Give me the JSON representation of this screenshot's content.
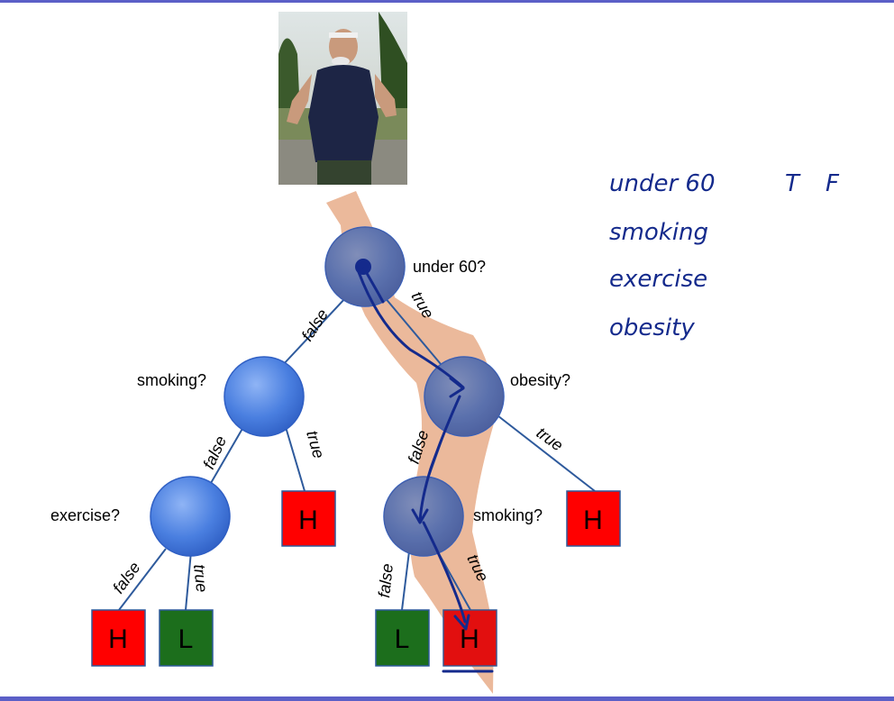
{
  "colors": {
    "rule": "#5b5fc7",
    "node": "#4a7fe0",
    "edge": "#2e5a9c",
    "leaf_high": "#ff0000",
    "leaf_low": "#1c6e1c",
    "path_highlight": "#e7ad8a",
    "ink": "#142a8c"
  },
  "photo": {
    "icon": "jogger-smoking-photo"
  },
  "tree": {
    "root": {
      "label": "under 60?"
    },
    "left": {
      "label": "smoking?"
    },
    "right": {
      "label": "obesity?"
    },
    "left_left": {
      "label": "exercise?"
    },
    "right_left": {
      "label": "smoking?"
    },
    "edges": {
      "root_false": "false",
      "root_true": "true",
      "left_false": "false",
      "left_true": "true",
      "right_false": "false",
      "right_true": "true",
      "ll_false": "false",
      "ll_true": "true",
      "rl_false": "false",
      "rl_true": "true"
    },
    "leaves": {
      "left_true": "H",
      "right_true": "H",
      "ll_false": "H",
      "ll_true": "L",
      "rl_false": "L",
      "rl_true": "H"
    }
  },
  "handwritten": {
    "features": [
      "under 60",
      "smoking",
      "exercise",
      "obesity"
    ],
    "header_t": "T",
    "header_f": "F"
  }
}
